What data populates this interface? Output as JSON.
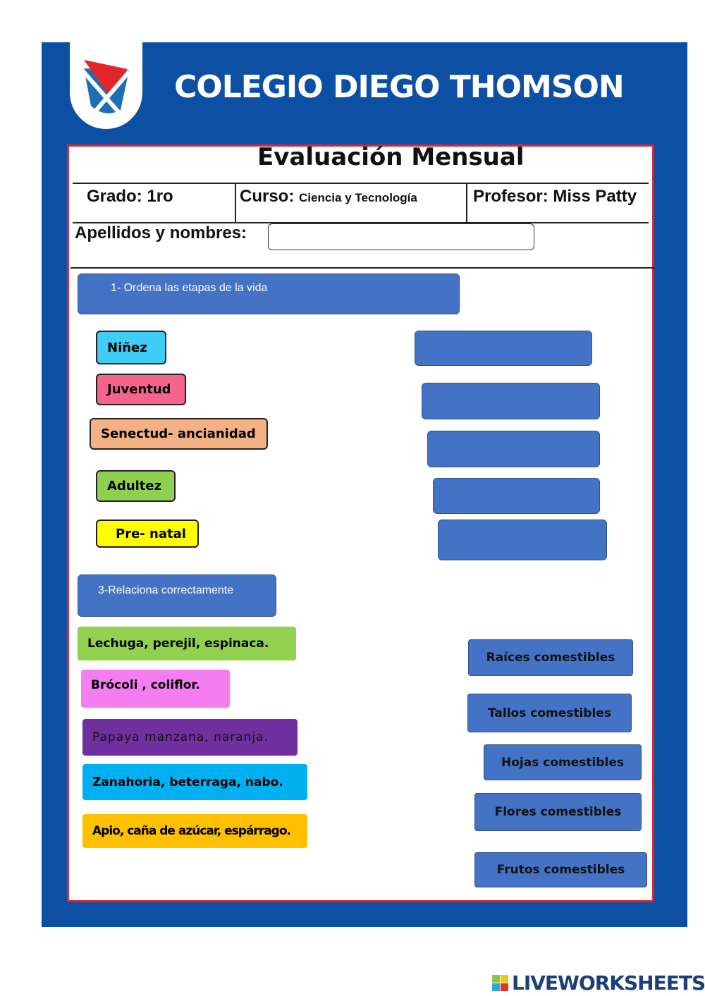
{
  "header": {
    "school": "COLEGIO DIEGO THOMSON"
  },
  "sheet": {
    "title": "Evaluación Mensual",
    "grade_label": "Grado",
    "grade_value": ": 1ro",
    "course_label": "Curso",
    "course_value": "Ciencia y Tecnología",
    "teacher": "Profesor: Miss Patty",
    "name_label": "Apellidos y nombres:",
    "name_value": ""
  },
  "section1": {
    "instruction": "1-    Ordena las etapas de la vida",
    "stages": [
      {
        "label": "Niñez",
        "color": "#3fcdf5"
      },
      {
        "label": "Juventud",
        "color": "#f6648e"
      },
      {
        "label": "Senectud- ancianidad",
        "color": "#f4b183"
      },
      {
        "label": "Adultez",
        "color": "#8fd14f"
      },
      {
        "label": "Pre- natal",
        "color": "#ffff00"
      }
    ]
  },
  "section3": {
    "instruction": "3-Relaciona correctamente",
    "foods": [
      {
        "label": "Lechuga, perejil, espinaca.",
        "color": "#92d050"
      },
      {
        "label": "Brócoli , coliflor.",
        "color": "#f47ef0"
      },
      {
        "label": "Papaya manzana, naranja.",
        "color": "#7030a0"
      },
      {
        "label": "Zanahoria, beterraga, nabo.",
        "color": "#00b0f0"
      },
      {
        "label": "Apio, caña de azúcar, espárrago.",
        "color": "#ffc000"
      }
    ],
    "categories": [
      "Raíces comestibles",
      "Tallos comestibles",
      "Hojas comestibles",
      "Flores comestibles",
      "Frutos comestibles"
    ]
  },
  "footer": {
    "brand": "LIVEWORKSHEETS"
  },
  "colors": {
    "frame": "#0c4fa3",
    "border": "#e3262b",
    "box": "#4472c4"
  }
}
